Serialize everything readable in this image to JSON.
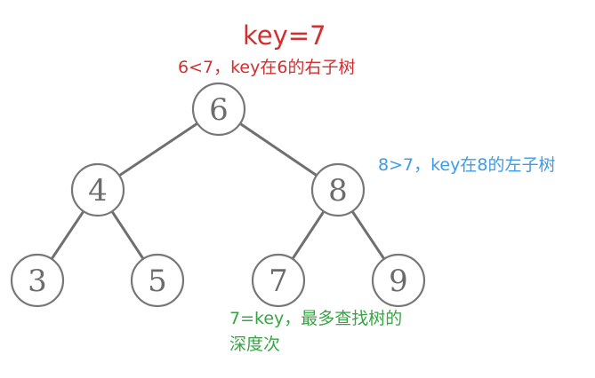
{
  "title": "key=7",
  "annotations": {
    "root_compare": "6<7，key在6的右子树",
    "right_compare": "8>7，key在8的左子树",
    "found_line1": "7=key，最多查找树的",
    "found_line2": "深度次"
  },
  "nodes": [
    "6",
    "4",
    "8",
    "3",
    "5",
    "7",
    "9"
  ],
  "colors": {
    "title": "#d32f2f",
    "root_note": "#d32f2f",
    "right_note": "#3d9be9",
    "found_note": "#3aa346",
    "edge": "#6f6f6f",
    "node_border": "#777777",
    "node_text": "#6c6c6c"
  }
}
